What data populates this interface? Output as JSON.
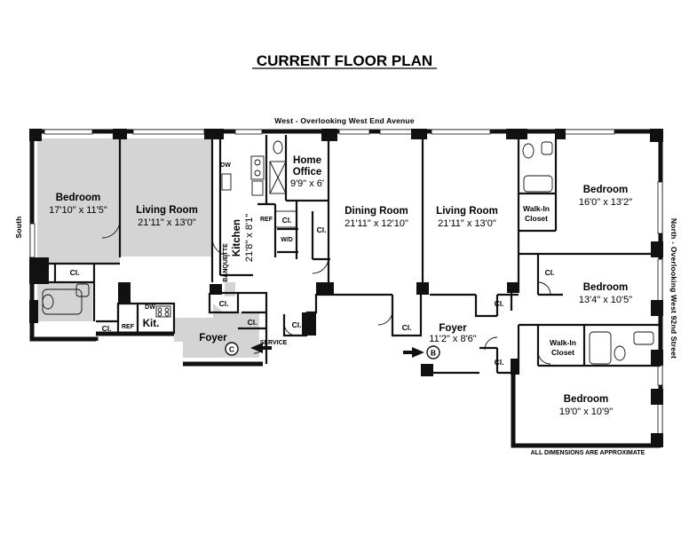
{
  "title": "CURRENT FLOOR PLAN",
  "note": "ALL DIMENSIONS ARE APPROXIMATE",
  "orientation": {
    "west": "West - Overlooking West End Avenue",
    "south": "South",
    "north": "North - Overlooking West 92nd Street"
  },
  "rooms": {
    "bedroom_w": {
      "name": "Bedroom",
      "dims": "17'10\" x 11'5\""
    },
    "living_w": {
      "name": "Living Room",
      "dims": "21'11\" x 13'0\""
    },
    "home_office": {
      "name1": "Home",
      "name2": "Office",
      "dims": "9'9\" x 6'"
    },
    "kitchen": {
      "name": "Kitchen",
      "dims": "21'8\" x 8'1\""
    },
    "dining": {
      "name": "Dining Room",
      "dims": "21'11\" x 12'10\""
    },
    "living_e": {
      "name": "Living Room",
      "dims": "21'11\" x 13'0\""
    },
    "bedroom_ne": {
      "name": "Bedroom",
      "dims": "16'0\" x 13'2\""
    },
    "bedroom_e": {
      "name": "Bedroom",
      "dims": "13'4\" x 10'5\""
    },
    "bedroom_se": {
      "name": "Bedroom",
      "dims": "19'0\" x 10'9\""
    },
    "foyer_e": {
      "name": "Foyer",
      "dims": "11'2\" x 8'6\""
    },
    "foyer_w": {
      "name": "Foyer"
    },
    "kit_small": {
      "name": "Kit."
    }
  },
  "labels": {
    "cl": "Cl.",
    "dw": "DW",
    "ref": "REF",
    "wd": "W/D",
    "banquette": "BANQUETTE",
    "walkin1": "Walk-In",
    "walkin2": "Closet",
    "service": "SERVICE",
    "entry_c": "C",
    "entry_b": "B"
  }
}
